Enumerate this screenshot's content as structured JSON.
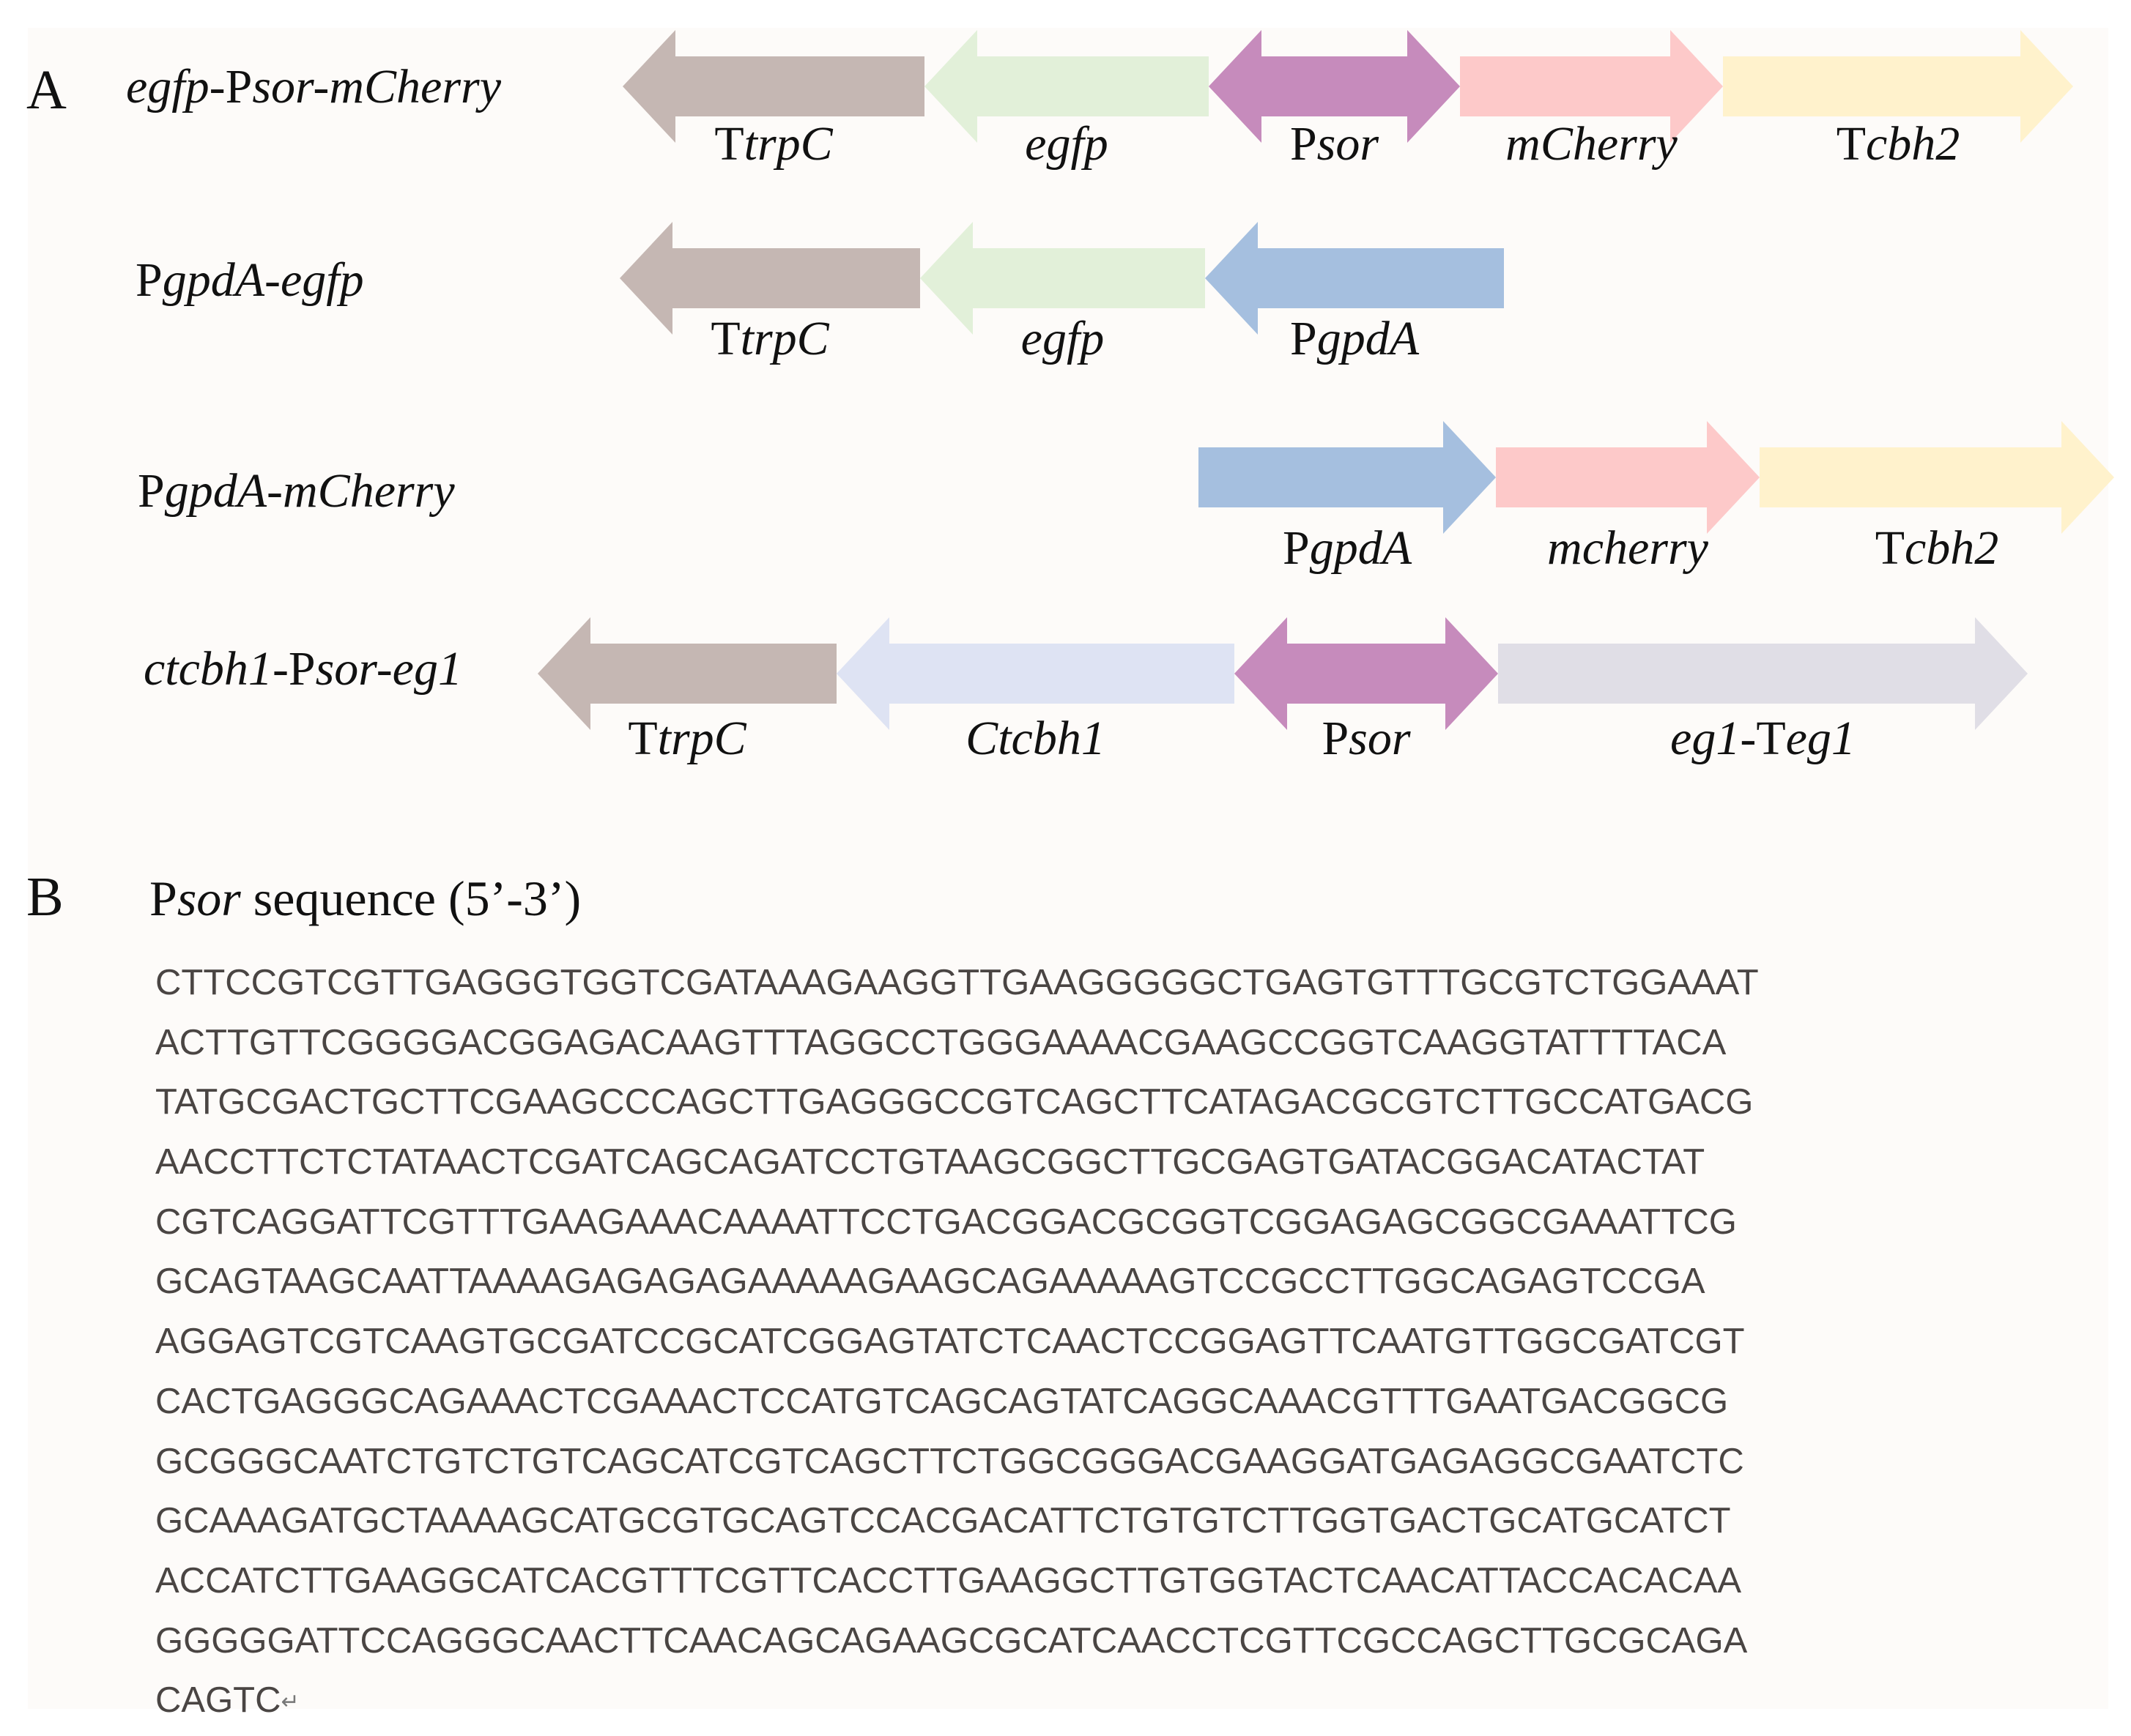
{
  "panels": {
    "a": {
      "letter": "A"
    },
    "b": {
      "letter": "B"
    }
  },
  "constructs": [
    {
      "label": [
        {
          "t": "egfp",
          "i": true
        },
        {
          "t": "-P",
          "i": false
        },
        {
          "t": "sor",
          "i": true
        },
        {
          "t": "-mCherry",
          "i": true
        }
      ],
      "elements": [
        {
          "name": "trpc",
          "dir": "left",
          "color": "#c5b7b3",
          "label": [
            {
              "t": "T",
              "i": false
            },
            {
              "t": "trpC",
              "i": true
            }
          ]
        },
        {
          "name": "egfp",
          "dir": "left",
          "color": "#e2f0d9",
          "label": [
            {
              "t": "egfp",
              "i": true
            }
          ]
        },
        {
          "name": "psor",
          "dir": "both",
          "color": "#c68bbc",
          "label": [
            {
              "t": "P",
              "i": false
            },
            {
              "t": "sor",
              "i": true
            }
          ]
        },
        {
          "name": "mcherry",
          "dir": "right",
          "color": "#fdc9c9",
          "label": [
            {
              "t": "mCherry",
              "i": true
            }
          ]
        },
        {
          "name": "tcbh2",
          "dir": "right",
          "color": "#fff2cc",
          "label": [
            {
              "t": "T",
              "i": false
            },
            {
              "t": "cbh2",
              "i": true
            }
          ]
        }
      ]
    },
    {
      "label": [
        {
          "t": "P",
          "i": false
        },
        {
          "t": "gpdA-egfp",
          "i": true
        }
      ],
      "elements": [
        {
          "name": "trpc",
          "dir": "left",
          "color": "#c5b7b3",
          "label": [
            {
              "t": "T",
              "i": false
            },
            {
              "t": "trpC",
              "i": true
            }
          ]
        },
        {
          "name": "egfp",
          "dir": "left",
          "color": "#e2f0d9",
          "label": [
            {
              "t": "egfp",
              "i": true
            }
          ]
        },
        {
          "name": "pgpda",
          "dir": "left",
          "color": "#a5bfdf",
          "label": [
            {
              "t": "P",
              "i": false
            },
            {
              "t": "gpdA",
              "i": true
            }
          ]
        }
      ]
    },
    {
      "label": [
        {
          "t": "P",
          "i": false
        },
        {
          "t": "gpdA-mCherry",
          "i": true
        }
      ],
      "elements": [
        {
          "name": "pgpda",
          "dir": "right",
          "color": "#a5bfdf",
          "label": [
            {
              "t": "P",
              "i": false
            },
            {
              "t": "gpdA",
              "i": true
            }
          ]
        },
        {
          "name": "mcherry",
          "dir": "right",
          "color": "#fdc9c9",
          "label": [
            {
              "t": "mcherry",
              "i": true
            }
          ]
        },
        {
          "name": "tcbh2",
          "dir": "right",
          "color": "#fff2cc",
          "label": [
            {
              "t": "T",
              "i": false
            },
            {
              "t": "cbh2",
              "i": true
            }
          ]
        }
      ]
    },
    {
      "label": [
        {
          "t": "ctcbh1",
          "i": true
        },
        {
          "t": "-P",
          "i": false
        },
        {
          "t": "sor",
          "i": true
        },
        {
          "t": "-eg1",
          "i": true
        }
      ],
      "elements": [
        {
          "name": "trpc",
          "dir": "left",
          "color": "#c5b7b3",
          "label": [
            {
              "t": "T",
              "i": false
            },
            {
              "t": "trpC",
              "i": true
            }
          ]
        },
        {
          "name": "ctcbh1",
          "dir": "left",
          "color": "#dee3f3",
          "label": [
            {
              "t": "Ctcbh1",
              "i": true
            }
          ]
        },
        {
          "name": "psor",
          "dir": "both",
          "color": "#c68bbc",
          "label": [
            {
              "t": "P",
              "i": false
            },
            {
              "t": "sor",
              "i": true
            }
          ]
        },
        {
          "name": "eg1-teg1",
          "dir": "right",
          "color": "#e0dee6",
          "label": [
            {
              "t": "eg1",
              "i": true
            },
            {
              "t": "-T",
              "i": false
            },
            {
              "t": "eg1",
              "i": true
            }
          ]
        }
      ]
    }
  ],
  "sequence": {
    "title": [
      {
        "t": "P",
        "i": false
      },
      {
        "t": "sor",
        "i": true
      },
      {
        "t": " sequence (5’-3’)",
        "i": false
      }
    ],
    "lines": [
      "CTTCCGTCGTTGAGGGTGGTCGATAAAGAAGGTTGAAGGGGGCTGAGTGTTTGCGTCTGGAAAT",
      "ACTTGTTCGGGGACGGAGACAAGTTTAGGCCTGGGAAAACGAAGCCGGTCAAGGTATTTTACA",
      "TATGCGACTGCTTCGAAGCCCAGCTTGAGGGCCGTCAGCTTCATAGACGCGTCTTGCCATGACG",
      "AACCTTCTCTATAACTCGATCAGCAGATCCTGTAAGCGGCTTGCGAGTGATACGGACATACTAT",
      "CGTCAGGATTCGTTTGAAGAAACAAAATTCCTGACGGACGCGGTCGGAGAGCGGCGAAATTCG",
      "GCAGTAAGCAATTAAAAGAGAGAGAAAAAGAAGCAGAAAAAGTCCGCCTTGGCAGAGTCCGA",
      "AGGAGTCGTCAAGTGCGATCCGCATCGGAGTATCTCAACTCCGGAGTTCAATGTTGGCGATCGT",
      "CACTGAGGGCAGAAACTCGAAACTCCATGTCAGCAGTATCAGGCAAACGTTTGAATGACGGCG",
      "GCGGGCAATCTGTCTGTCAGCATCGTCAGCTTCTGGCGGGACGAAGGATGAGAGGCGAATCTC",
      "GCAAAGATGCTAAAAGCATGCGTGCAGTCCACGACATTCTGTGTCTTGGTGACTGCATGCATCT",
      "ACCATCTTGAAGGCATCACGTTTCGTTCACCTTGAAGGCTTGTGGTACTCAACATTACCACACAA",
      "GGGGGATTCCAGGGCAACTTCAACAGCAGAAGCGCATCAACCTCGTTCGCCAGCTTGCGCAGA",
      "CAGTC"
    ],
    "end_mark": "↵"
  }
}
